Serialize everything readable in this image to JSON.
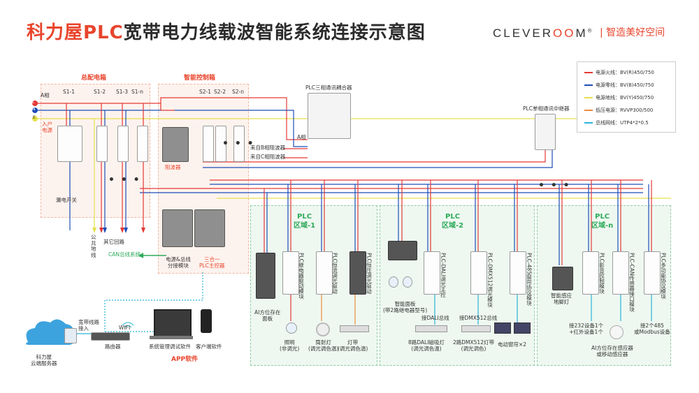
{
  "header": {
    "title_red": "科力屋PLC",
    "title_dark": "宽带电力线载波智能系统连接示意图",
    "brand_pre": "CLEVER",
    "brand_oo": "OO",
    "brand_post": "M",
    "brand_reg": "®",
    "slogan": "| 智造美好空间"
  },
  "legend": [
    {
      "label": "电源火线：BV(R)450/750",
      "color": "#e53935"
    },
    {
      "label": "电源零线：BV(B)450/750",
      "color": "#1e4db7"
    },
    {
      "label": "电源地线：BV(Y)450/750",
      "color": "#e6e04a"
    },
    {
      "label": "低压电源：RVVP300/500",
      "color": "#f08a3c"
    },
    {
      "label": "总线网线：UTP4*2*0.5",
      "color": "#2bb3d6"
    }
  ],
  "sections": {
    "main_box": "总配电箱",
    "control_box": "智能控制箱"
  },
  "inputs": {
    "a_phase": "A相",
    "L": "L",
    "N": "N",
    "E": "E",
    "incoming": "入户\n电源"
  },
  "breakers": {
    "s1_1": "S1-1",
    "s1_2": "S1-2",
    "s1_3": "S1-3",
    "s1_n": "S1-n",
    "s2_1": "S2-1",
    "s2_2": "S2-2",
    "s2_n": "S2-n"
  },
  "labels": {
    "leakage_switch": "漏电开关",
    "public_ground": "公\n共\n地\n线",
    "other_circuits": "其它回路",
    "filter": "阻波器",
    "can_bus": "CAN总线系统",
    "power_bus_module": "电源&总线\n分接模块",
    "three_in_one": "三合一\nPLC主控器",
    "coupler": "PLC三相通讯耦合器",
    "coupler_a": "A相",
    "from_b": "来自B相阻波器",
    "from_c": "来自C相阻波器",
    "repeater": "PLC单相通讯中继器",
    "ellipsis": "• • •"
  },
  "zones": {
    "z1": "PLC\n区域-1",
    "z2": "PLC\n区域-2",
    "zn": "PLC\n区域-n"
  },
  "zone1": {
    "panel": "AI方位存在\n面板",
    "m1": "PLC继电器驱动模块",
    "m2": "PLC恒流调光驱动",
    "m3": "PLC恒压调光驱动",
    "l1": "照明\n(非调光)",
    "l2": "筒射灯\n(调光调色温)",
    "l3": "灯带\n(调光调色温)"
  },
  "zone2": {
    "panel": "智能面板\n(带2路继电器型号)",
    "m1": "PLC-DALI调光主控",
    "m2": "PLC-DMX512调光模块",
    "m3": "PLC-485窗帘协议模块",
    "bus1": "接DALI总线",
    "bus2": "接DMX512总线",
    "l1": "8路DALI磁吸灯\n(调光调色温)",
    "l2": "2路DMX512灯带\n(调光调色)",
    "l3": "电动窗帘×2"
  },
  "zonen": {
    "sensor": "智能感应\n地脚灯",
    "m1": "PLC影音控制模块",
    "m2": "PLC-CAN传感器接口模块",
    "m3": "PLC多功能协议模块",
    "note1": "接232设备1个\n+红外设备1个",
    "note2": "接2个485\n或Modbus设备",
    "ai_sensor": "AI方位存在感应器\n或移动感应器"
  },
  "network": {
    "cloud": "科力屋\n云端服务器",
    "broadband": "宽带线路\n接入",
    "wifi": "WIFI",
    "router": "路由器",
    "sys_soft": "系统管理调试软件",
    "client_soft": "客户端软件",
    "app": "APP软件"
  }
}
